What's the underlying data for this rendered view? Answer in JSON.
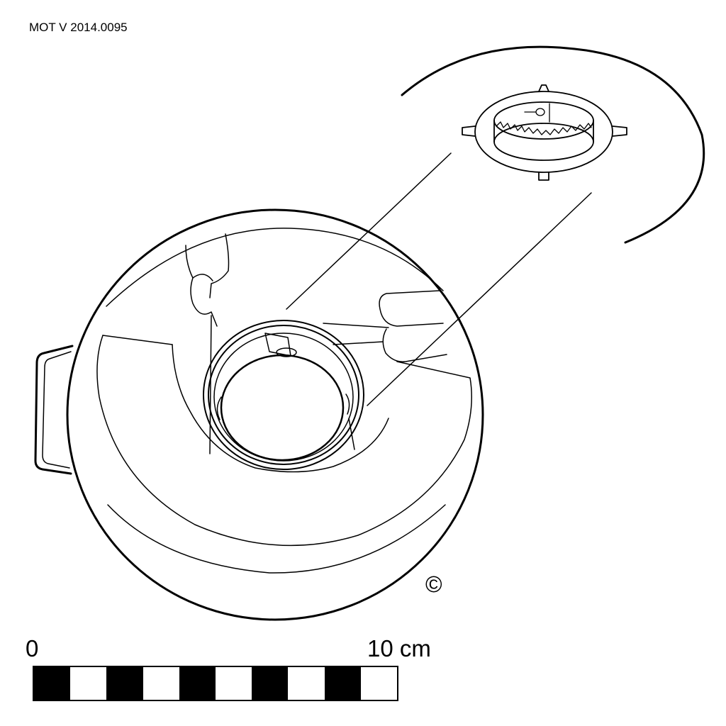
{
  "catalog_id": "MOT V 2014.0095",
  "copyright_symbol": "©",
  "scale": {
    "start_label": "0",
    "end_label": "10 cm",
    "segments": 10,
    "colors": {
      "dark": "#000000",
      "light": "#ffffff"
    }
  },
  "drawing": {
    "subject": "lid with central opening and detail enlargement",
    "line_color": "#000000"
  }
}
